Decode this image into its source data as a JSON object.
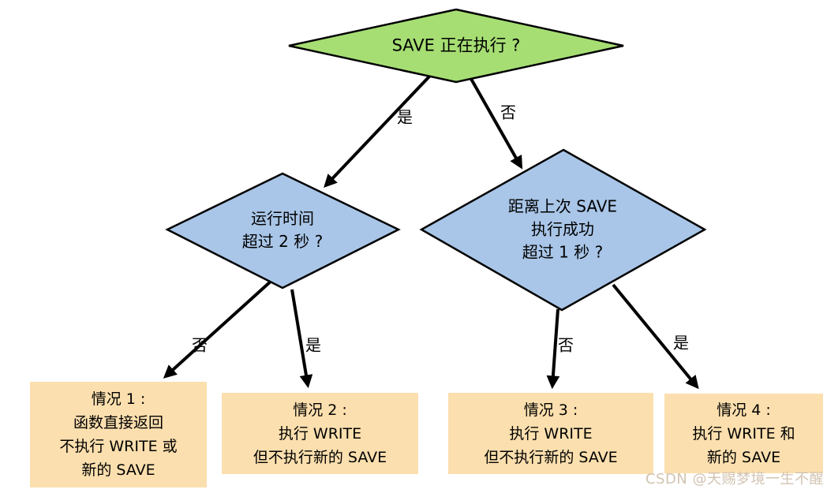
{
  "diagram": {
    "type": "flowchart-decision-tree",
    "colors": {
      "root_fill": "#a6de73",
      "decision_fill": "#a9c6e8",
      "case_fill": "#fbdfae",
      "line_color": "#000000",
      "watermark_color": "#d2c3b1"
    },
    "root": {
      "lines": [
        "SAVE 正在执行 ?"
      ]
    },
    "decisions": {
      "left": {
        "lines": [
          "运行时间",
          "超过 2 秒 ?"
        ]
      },
      "right": {
        "lines": [
          "距离上次 SAVE",
          "执行成功",
          "超过 1 秒 ?"
        ]
      }
    },
    "edge_labels": {
      "root_yes": "是",
      "root_no": "否",
      "left_no": "否",
      "left_yes": "是",
      "right_no": "否",
      "right_yes": "是"
    },
    "cases": {
      "case1": {
        "lines": [
          "情况 1 :",
          "函数直接返回",
          "不执行 WRITE 或",
          "新的 SAVE"
        ]
      },
      "case2": {
        "lines": [
          "情况 2 :",
          "执行 WRITE",
          "但不执行新的 SAVE"
        ]
      },
      "case3": {
        "lines": [
          "情况 3 :",
          "执行 WRITE",
          "但不执行新的 SAVE"
        ]
      },
      "case4": {
        "lines": [
          "情况 4 :",
          "执行 WRITE 和",
          "新的 SAVE"
        ]
      }
    }
  },
  "watermark": {
    "text": "CSDN @天赐梦境一生不醒"
  }
}
